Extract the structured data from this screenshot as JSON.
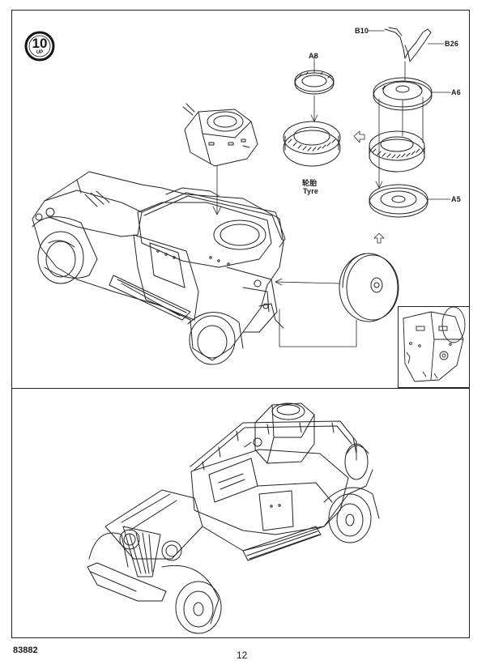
{
  "step": {
    "number": "10",
    "sub": "UP"
  },
  "labels": {
    "a8": "A8",
    "b10": "B10",
    "b26": "B26",
    "a6": "A6",
    "a5": "A5",
    "tyre_cn": "轮胎",
    "tyre_en": "Tyre"
  },
  "footer": {
    "kit_number": "83882",
    "page_number": "12"
  }
}
